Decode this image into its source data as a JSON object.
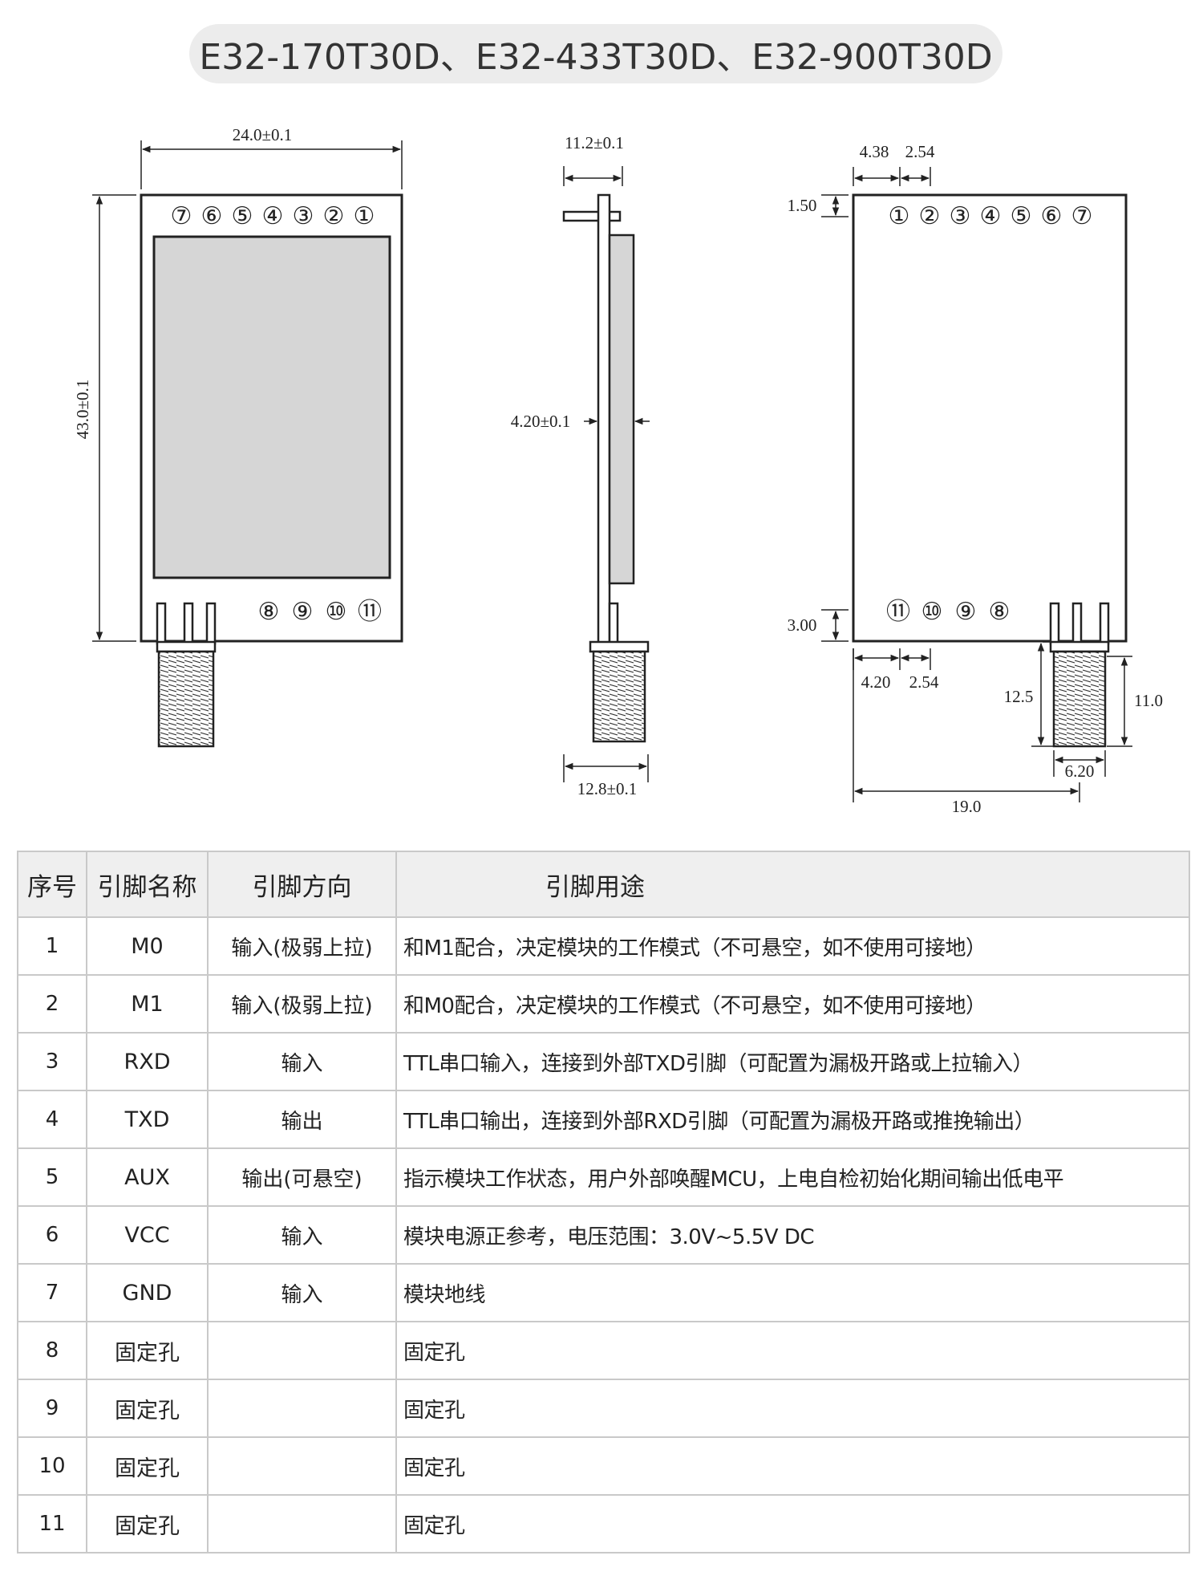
{
  "title": "E32-170T30D、E32-433T30D、E32-900T30D",
  "dimensions": {
    "front_width": "24.0±0.1",
    "front_height": "43.0±0.1",
    "side_top": "11.2±0.1",
    "side_thickness": "4.20±0.1",
    "side_bottom": "12.8±0.1",
    "back_pin_offset": "4.38",
    "back_pin_pitch_top": "2.54",
    "back_top_margin": "1.50",
    "back_bottom_margin": "3.00",
    "back_bottom_offset": "4.20",
    "back_pin_pitch_bottom": "2.54",
    "antenna_len_outer": "12.5",
    "antenna_len_inner": "11.0",
    "antenna_width": "6.20",
    "antenna_position": "19.0"
  },
  "pin_labels": {
    "front_top": [
      "⑦",
      "⑥",
      "⑤",
      "④",
      "③",
      "②",
      "①"
    ],
    "front_bottom": [
      "⑧",
      "⑨",
      "⑩",
      "⑪"
    ],
    "back_top": [
      "①",
      "②",
      "③",
      "④",
      "⑤",
      "⑥",
      "⑦"
    ],
    "back_bottom": [
      "⑪",
      "⑩",
      "⑨",
      "⑧"
    ]
  },
  "table": {
    "headers": {
      "num": "序号",
      "name": "引脚名称",
      "dir": "引脚方向",
      "use": "引脚用途"
    },
    "rows": [
      {
        "num": "1",
        "name": "M0",
        "dir": "输入(极弱上拉)",
        "use": "和M1配合，决定模块的工作模式（不可悬空，如不使用可接地）"
      },
      {
        "num": "2",
        "name": "M1",
        "dir": "输入(极弱上拉)",
        "use": "和M0配合，决定模块的工作模式（不可悬空，如不使用可接地）"
      },
      {
        "num": "3",
        "name": "RXD",
        "dir": "输入",
        "use": " TTL串口输入，连接到外部TXD引脚（可配置为漏极开路或上拉输入）"
      },
      {
        "num": "4",
        "name": "TXD",
        "dir": "输出",
        "use": "TTL串口输出，连接到外部RXD引脚（可配置为漏极开路或推挽输出）"
      },
      {
        "num": "5",
        "name": "AUX",
        "dir": "输出(可悬空)",
        "use": "指示模块工作状态，用户外部唤醒MCU，上电自检初始化期间输出低电平"
      },
      {
        "num": "6",
        "name": "VCC",
        "dir": "输入",
        "use": "模块电源正参考，电压范围：3.0V~5.5V DC"
      },
      {
        "num": "7",
        "name": "GND",
        "dir": "输入",
        "use": "模块地线"
      },
      {
        "num": "8",
        "name": "固定孔",
        "dir": "",
        "use": "固定孔"
      },
      {
        "num": "9",
        "name": "固定孔",
        "dir": "",
        "use": "固定孔"
      },
      {
        "num": "10",
        "name": "固定孔",
        "dir": "",
        "use": "固定孔"
      },
      {
        "num": "11",
        "name": "固定孔",
        "dir": "",
        "use": "固定孔"
      }
    ]
  }
}
